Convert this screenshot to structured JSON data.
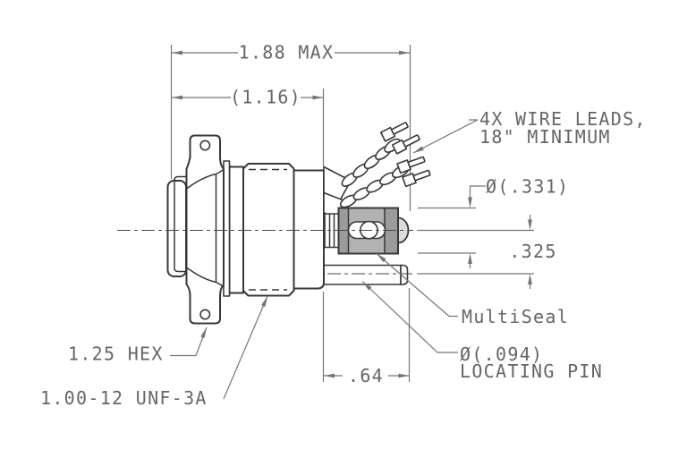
{
  "drawing": {
    "dimensions": {
      "overall_max": "1.88 MAX",
      "body_length": "(1.16)",
      "seal_diameter": "Ø(.331)",
      "pin_offset": ".325",
      "pin_extension": ".64",
      "pin_diameter": "Ø(.094)",
      "hex_size": "1.25 HEX",
      "thread_spec": "1.00-12 UNF-3A"
    },
    "notes": {
      "wire_leads_line1": "4X WIRE LEADS,",
      "wire_leads_line2": "18\" MINIMUM",
      "seal_name": "MultiSeal",
      "pin_name": "LOCATING PIN"
    },
    "colors": {
      "background": "#ffffff",
      "object_line": "#383838",
      "dimension_line": "#757575",
      "text": "#666666",
      "seal_band": "#9b9b9b",
      "seal_middle": "#b2b2b2",
      "seal_dome": "#dcdcdc"
    }
  }
}
